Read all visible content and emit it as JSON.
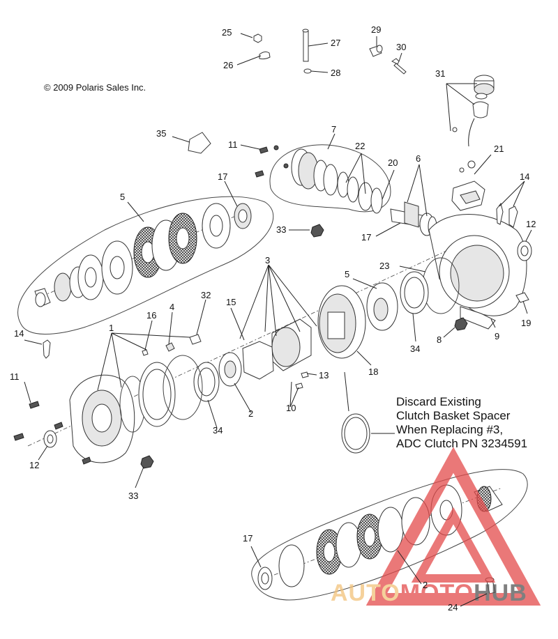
{
  "copyright": "© 2009 Polaris Sales Inc.",
  "note_lines": [
    "Discard Existing",
    "Clutch Basket Spacer",
    "When Replacing #3,",
    "ADC Clutch PN 3234591"
  ],
  "callouts": [
    "1",
    "2",
    "2",
    "3",
    "4",
    "5",
    "5",
    "6",
    "7",
    "8",
    "9",
    "10",
    "11",
    "11",
    "12",
    "12",
    "13",
    "14",
    "14",
    "15",
    "16",
    "17",
    "17",
    "17",
    "18",
    "19",
    "20",
    "21",
    "22",
    "23",
    "24",
    "25",
    "26",
    "27",
    "28",
    "29",
    "30",
    "31",
    "32",
    "33",
    "33",
    "34",
    "34",
    "35"
  ],
  "watermark": {
    "part1": "AUTO",
    "part2": "MOTO",
    "part3": "HUB",
    "colors": {
      "triangle": "#e34b4b",
      "auto": "#f2c27a",
      "moto": "#e34b4b",
      "hub": "#555555"
    }
  }
}
